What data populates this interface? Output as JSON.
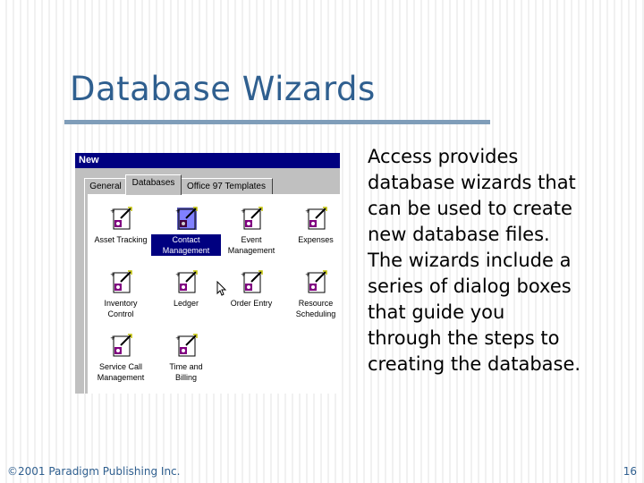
{
  "slide": {
    "title": "Database Wizards",
    "body": "Access provides database wizards that can be used to create new database files. The wizards include a series of dialog boxes that guide you through the steps to creating the database.",
    "footer": "©2001 Paradigm Publishing Inc.",
    "page_number": "16"
  },
  "dialog": {
    "title": "New",
    "tabs": [
      {
        "label": "General"
      },
      {
        "label": "Databases"
      },
      {
        "label": "Office 97 Templates"
      }
    ],
    "active_tab": "Databases",
    "items": [
      {
        "label": "Asset Tracking",
        "selected": false
      },
      {
        "label": "Contact\nManagement",
        "selected": true
      },
      {
        "label": "Event\nManagement",
        "selected": false
      },
      {
        "label": "Expenses",
        "selected": false
      },
      {
        "label": "Inventory\nControl",
        "selected": false
      },
      {
        "label": "Ledger",
        "selected": false
      },
      {
        "label": "Order Entry",
        "selected": false
      },
      {
        "label": "Resource\nScheduling",
        "selected": false
      },
      {
        "label": "Service Call\nManagement",
        "selected": false
      },
      {
        "label": "Time and\nBilling",
        "selected": false
      }
    ]
  },
  "colors": {
    "title": "#2f5f8f",
    "titlebar": "#000080",
    "dialog_face": "#c0c0c0"
  }
}
